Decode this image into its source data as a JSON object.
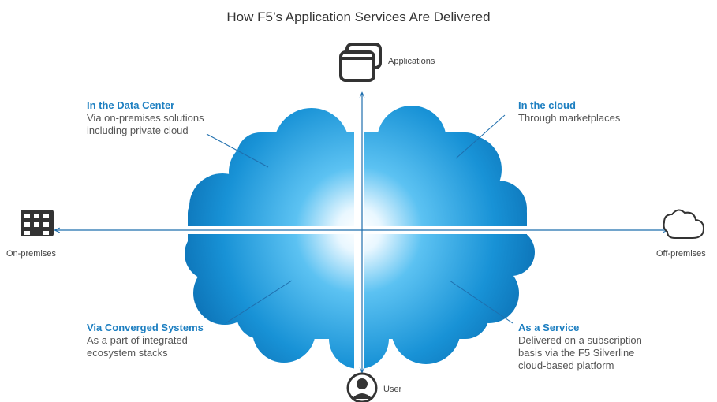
{
  "title": "How F5’s Application Services Are Delivered",
  "axes": {
    "top": {
      "label": "Applications",
      "icon": "applications-icon"
    },
    "bottom": {
      "label": "User",
      "icon": "user-icon"
    },
    "left": {
      "label": "On-premises",
      "icon": "building-icon"
    },
    "right": {
      "label": "Off-premises",
      "icon": "cloud-outline-icon"
    }
  },
  "quadrants": {
    "top_left": {
      "title": "In the Data Center",
      "lines": [
        "Via on-premises solutions",
        "including private cloud"
      ]
    },
    "top_right": {
      "title": "In the cloud",
      "lines": [
        "Through marketplaces"
      ]
    },
    "bottom_left": {
      "title": "Via Converged Systems",
      "lines": [
        "As a part of integrated",
        "ecosystem stacks"
      ]
    },
    "bottom_right": {
      "title": "As a Service",
      "lines": [
        "Delivered on a subscription",
        "basis via the F5 Silverline",
        "cloud-based platform"
      ]
    }
  },
  "colors": {
    "cloud_outer": "#0f7fc6",
    "cloud_inner": "#e9f7ff",
    "accent": "#1d7fc1",
    "axis": "#1f6fae"
  }
}
